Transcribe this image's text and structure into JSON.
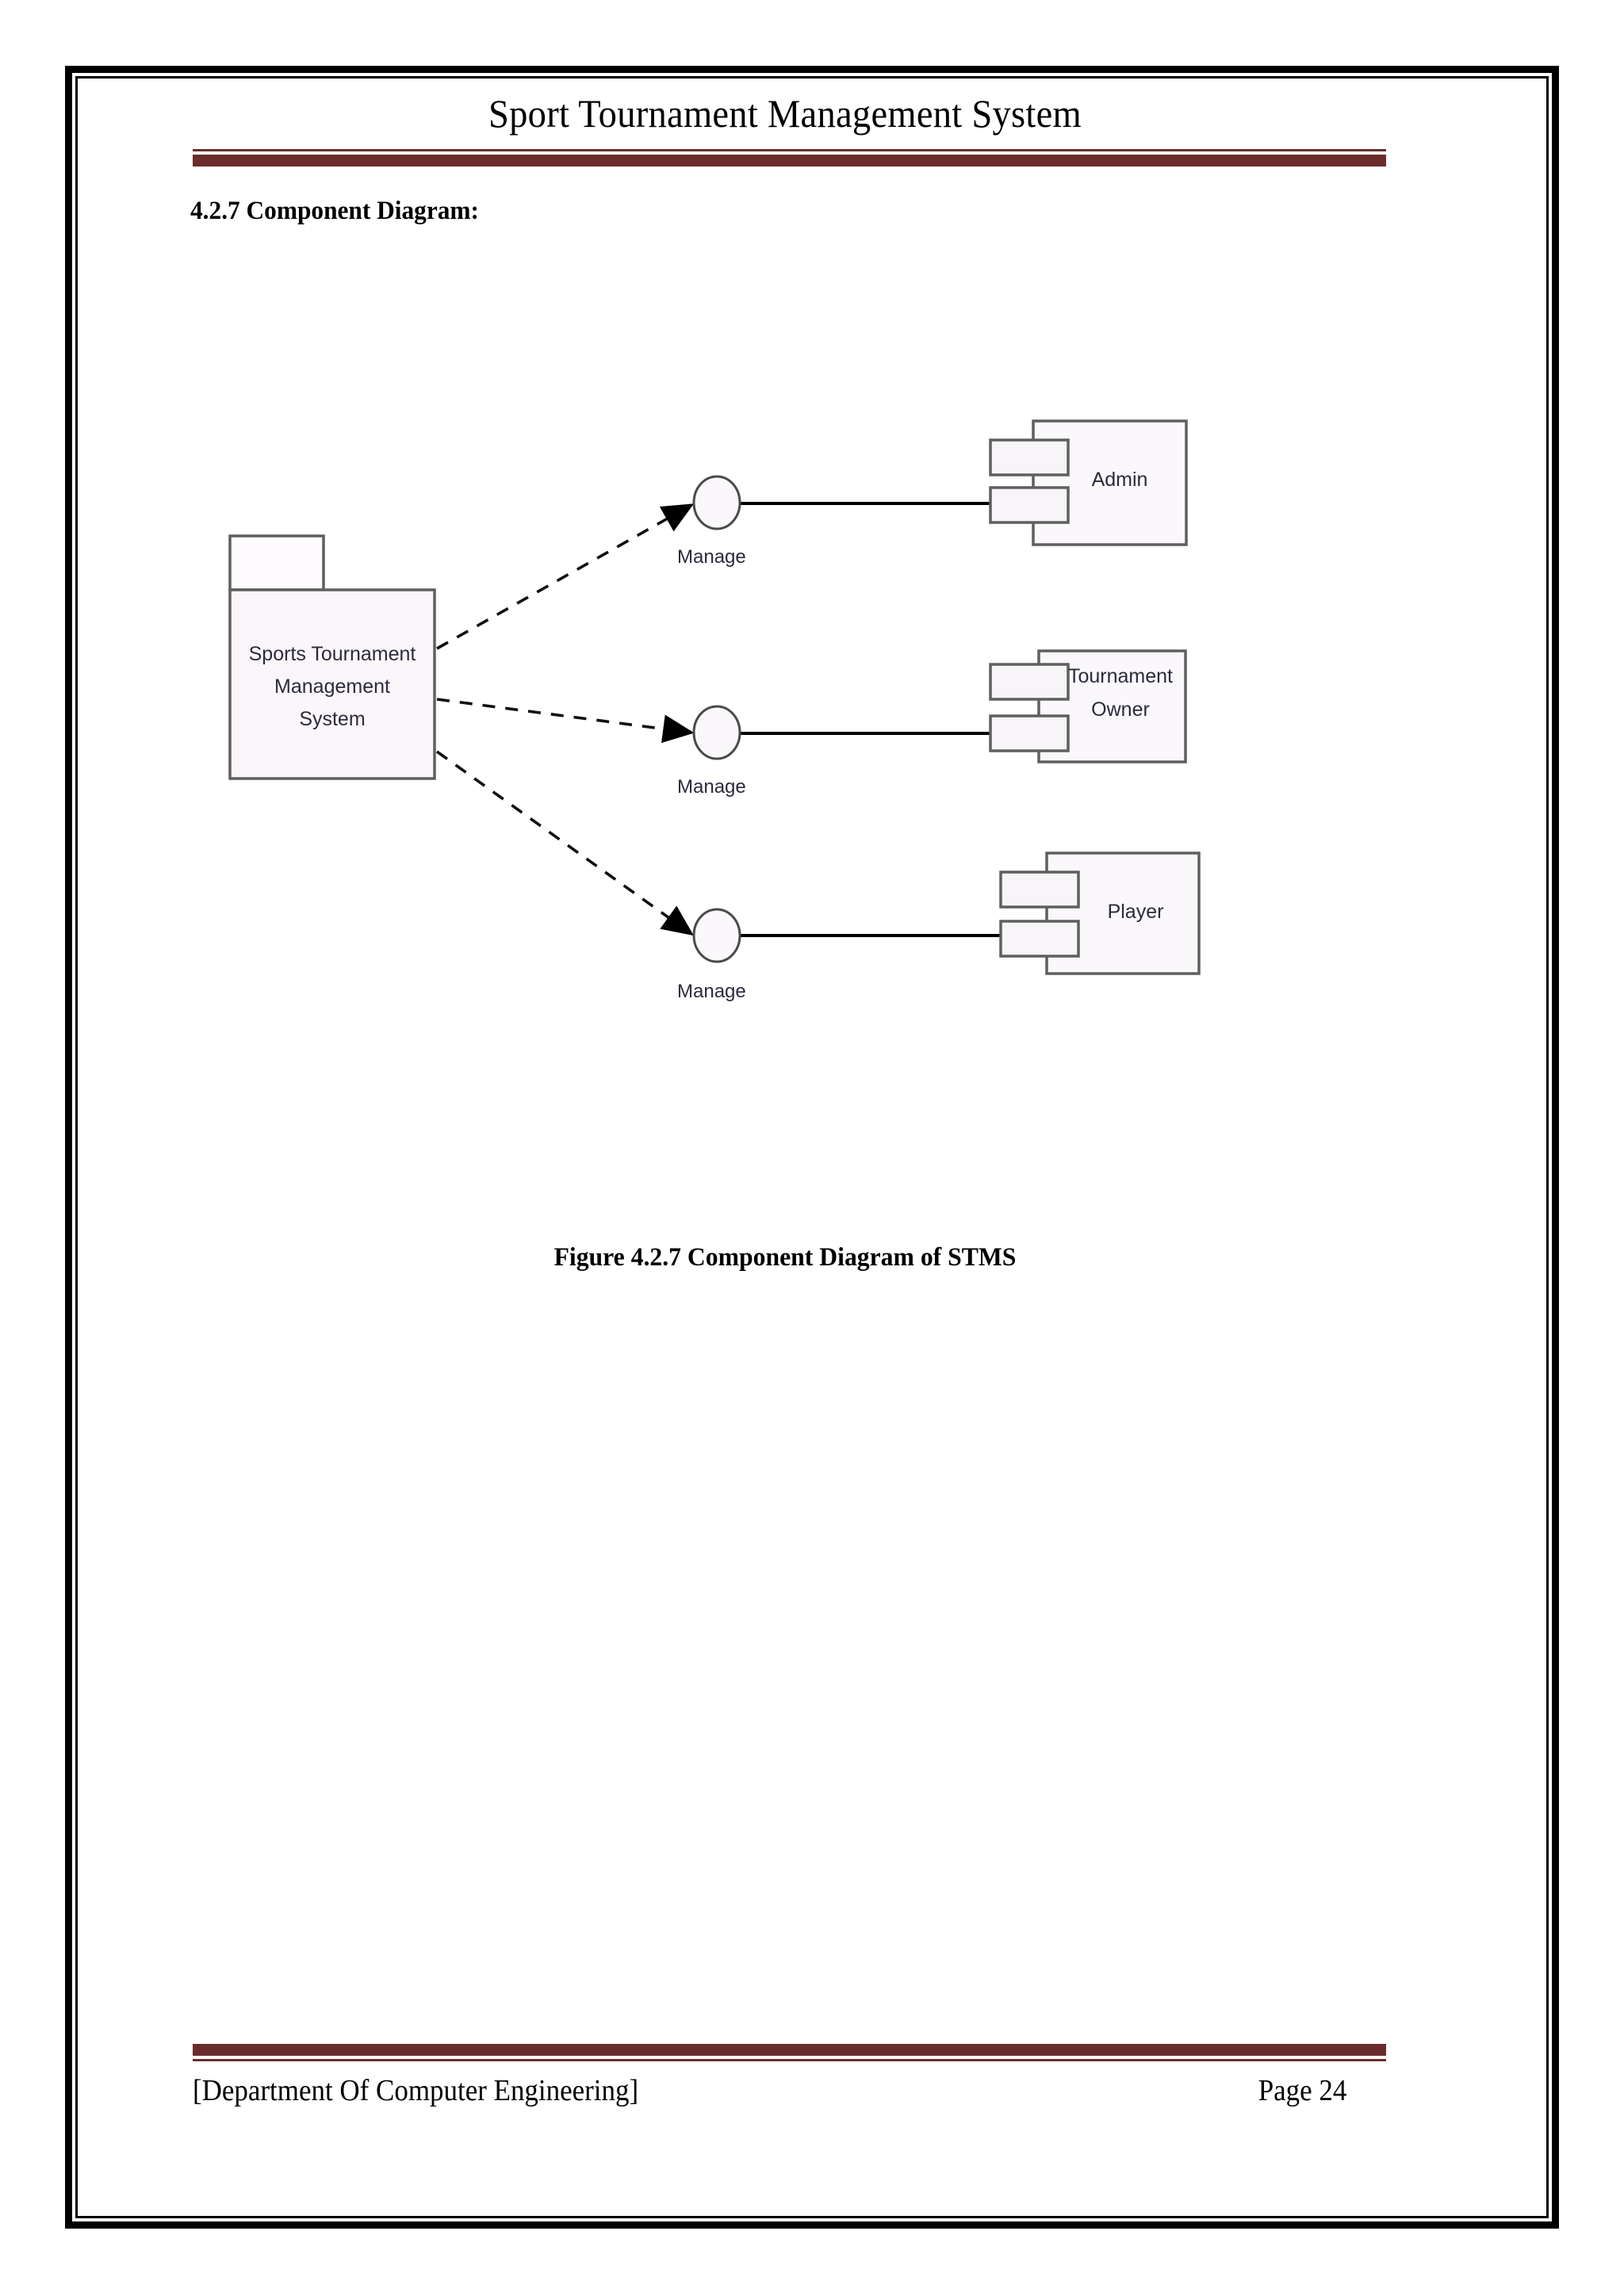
{
  "document": {
    "header_title": "Sport Tournament Management System",
    "section_heading": "4.2.7 Component Diagram:",
    "figure_caption": "Figure 4.2.7 Component Diagram of STMS",
    "footer_left": "[Department Of Computer Engineering]",
    "footer_right": "Page 24",
    "accent_color": "#6B2C2C",
    "border_color": "#000000"
  },
  "diagram": {
    "type": "uml-component-diagram",
    "package": {
      "name": "Sports Tournament Management System",
      "line1": "Sports Tournament",
      "line2": "Management",
      "line3": "System",
      "shape": "package-folder"
    },
    "interfaces": [
      {
        "label": "Manage",
        "shape": "lollipop-circle",
        "target": "Admin"
      },
      {
        "label": "Manage",
        "shape": "lollipop-circle",
        "target": "Tournament Owner"
      },
      {
        "label": "Manage",
        "shape": "lollipop-circle",
        "target": "Player"
      }
    ],
    "components": [
      {
        "name": "Admin",
        "line1": "Admin",
        "line2": "",
        "shape": "uml-component"
      },
      {
        "name": "Tournament Owner",
        "line1": "Tournament",
        "line2": "Owner",
        "shape": "uml-component"
      },
      {
        "name": "Player",
        "line1": "Player",
        "line2": "",
        "shape": "uml-component"
      }
    ],
    "connectors": [
      {
        "from": "Sports Tournament Management System",
        "to": "Manage (Admin)",
        "style": "dashed-dependency-arrow"
      },
      {
        "from": "Sports Tournament Management System",
        "to": "Manage (Tournament Owner)",
        "style": "dashed-dependency-arrow"
      },
      {
        "from": "Sports Tournament Management System",
        "to": "Manage (Player)",
        "style": "dashed-dependency-arrow"
      },
      {
        "from": "Manage (Admin)",
        "to": "Admin",
        "style": "solid-line"
      },
      {
        "from": "Manage (Tournament Owner)",
        "to": "Tournament Owner",
        "style": "solid-line"
      },
      {
        "from": "Manage (Player)",
        "to": "Player",
        "style": "solid-line"
      }
    ],
    "shape_fill": "#fbf8fb",
    "shape_stroke": "#5f5f5f"
  }
}
